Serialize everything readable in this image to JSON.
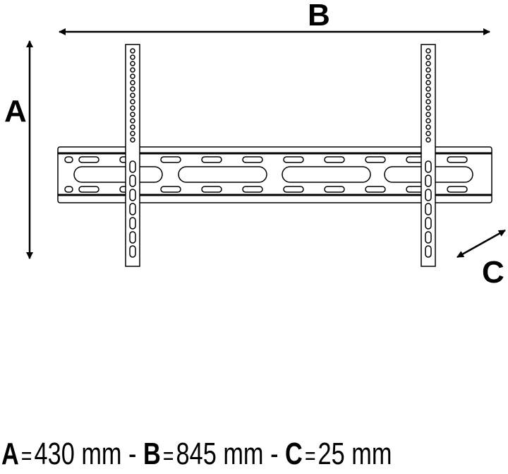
{
  "diagram": {
    "dimension_labels": {
      "a": "A",
      "b": "B",
      "c": "C"
    },
    "caption": {
      "equals": "=",
      "separator": "-",
      "items": [
        {
          "label": "A",
          "value": "430 mm"
        },
        {
          "label": "B",
          "value": "845 mm"
        },
        {
          "label": "C",
          "value": "25 mm"
        }
      ]
    },
    "line_color": "#000000"
  }
}
